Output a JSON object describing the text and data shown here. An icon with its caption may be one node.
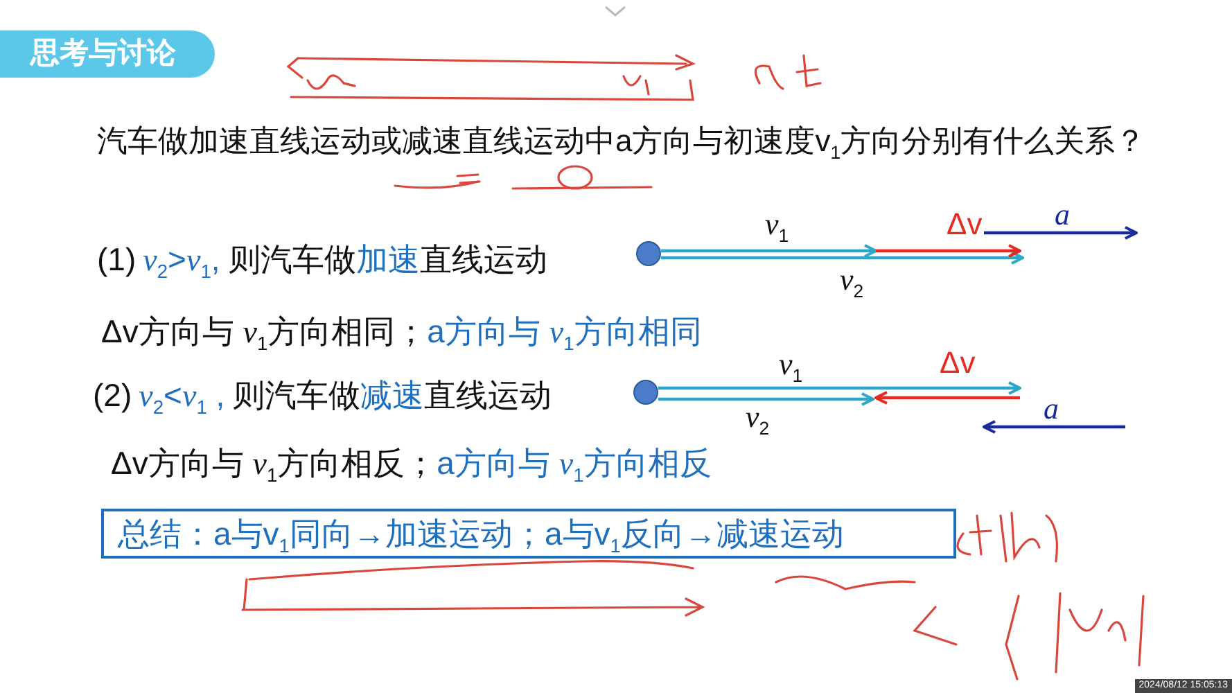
{
  "diagram": {
    "title": "思考与讨论",
    "nodes": [
      {
        "text": [
          "总结：a与v$_{1}$同向→加速运动；a与v$_{1}$反向→减速运动"
        ]
      },
      {
        "text": [],
        "shape": "circle"
      },
      {
        "text": [],
        "shape": "circle"
      }
    ],
    "edges": [
      {
        "from": 1,
        "to": null,
        "arrow": "to",
        "label": "*v*$_{1}$"
      },
      {
        "from": 1,
        "to": null,
        "arrow": "to",
        "label": "*v*$_{2}$"
      },
      {
        "from": 2,
        "to": null,
        "arrow": "to",
        "label": "*v*$_{1}$"
      },
      {
        "from": 2,
        "to": null,
        "arrow": "to",
        "label": "*v*$_{2}$"
      }
    ],
    "labels": [
      "汽车做加速直线运动或减速直线运动中a方向与初速度v$_{1}$方向分别有什么关系？",
      "(1)",
      "*v*$_{2}$>*v*$_{1}$,",
      "则汽车做",
      "加速",
      "直线运动",
      "Δv方向与 *v*$_{1}$方向相同；",
      "a方向与 *v*$_{1}$方向相同",
      "(2)",
      "*v*$_{2}$<*v*$_{1}$ ,",
      "则汽车做",
      "减速",
      "直线运动",
      "Δv方向与 *v*$_{1}$方向相反；",
      "a方向与 *v*$_{1}$方向相反",
      "Δv",
      "*a*",
      "Δv",
      "*a*",
      "2024/08/12 15:05:13"
    ]
  }
}
